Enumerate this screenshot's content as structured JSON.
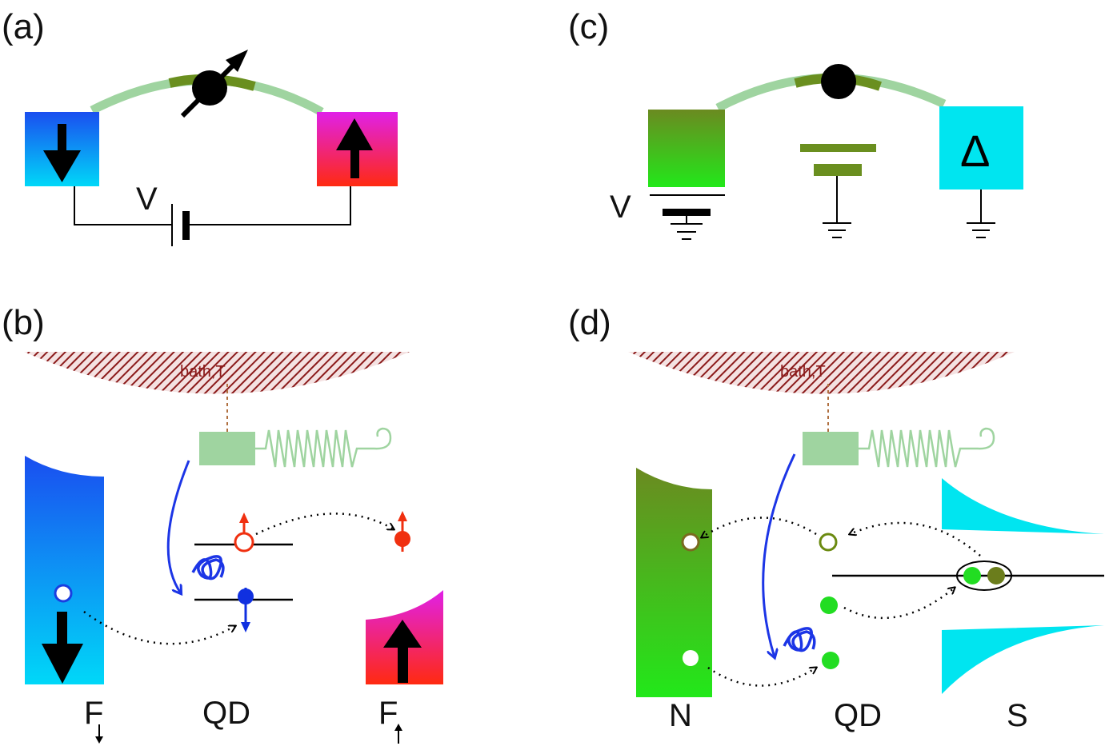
{
  "panels": {
    "a": {
      "label": "(a)",
      "voltage": "V"
    },
    "b": {
      "label": "(b)",
      "bath": "bath,T",
      "left": "F",
      "dot": "QD",
      "right": "F"
    },
    "c": {
      "label": "(c)",
      "voltage": "V",
      "gap": "Δ"
    },
    "d": {
      "label": "(d)",
      "bath": "bath,T",
      "left": "N",
      "dot": "QD",
      "right": "S"
    }
  },
  "colors": {
    "ferro_down": "#1a4ef0",
    "ferro_up": "#e0205a",
    "normal_lead": "#2fd020",
    "superconductor": "#00e5f0",
    "wire_light": "#9fd4a0",
    "wire_dark": "#6a8f1f",
    "bath": "#8b1a1a",
    "phonon": "#1c35e6",
    "spin_up": "#f03010",
    "spin_down": "#1030e0",
    "electron_green": "#22dd22",
    "olive": "#6b7d1c",
    "resonator": "#9fd4a0"
  }
}
